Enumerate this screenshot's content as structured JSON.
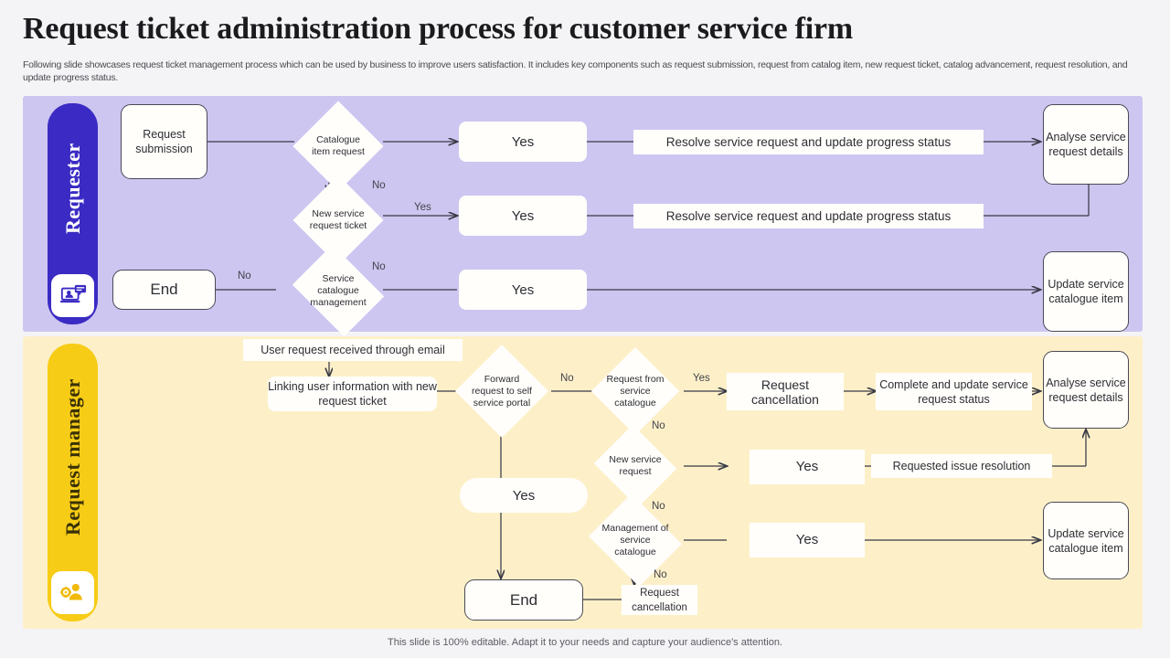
{
  "slide": {
    "title": "Request ticket administration process for customer service firm",
    "subtitle": "Following slide showcases request ticket management process which can be used by business to improve users satisfaction. It includes key components such as request submission, request from catalog item, new request ticket, catalog advancement, request resolution, and update progress status.",
    "footer": "This slide is 100% editable. Adapt it to your needs and capture your audience's attention."
  },
  "colors": {
    "page_background": "#f4f4f6",
    "requester_lane_fill": "#cdc6f0",
    "requester_header_fill": "#3b2bc4",
    "manager_lane_fill": "#fdf0c9",
    "manager_header_fill": "#f7cc16",
    "node_fill": "#fffefb",
    "connector": "#3a3a46",
    "title_text": "#1b1b1f"
  },
  "lanes": [
    {
      "id": "requester",
      "title": "Requester",
      "icon": "user-on-laptop-chat-icon",
      "nodes": {
        "start": "Request submission",
        "d1": "Catalogue item request",
        "d2": "New service request ticket",
        "d3": "Service catalogue management",
        "yes1": "Yes",
        "yes2": "Yes",
        "yes3": "Yes",
        "bar1": "Resolve service request and update progress status",
        "bar2": "Resolve service request and update progress status",
        "analyse": "Analyse service request details",
        "update": "Update service catalogue item",
        "end": "End"
      },
      "edge_labels": {
        "d1_no": "No",
        "d2_yes": "Yes",
        "d2_no": "No",
        "d3_no_right": "No",
        "d3_no_left": "No"
      }
    },
    {
      "id": "request-manager",
      "title": "Request manager",
      "icon": "user-with-gears-icon",
      "nodes": {
        "email": "User request received through email",
        "linking": "Linking user information with new request ticket",
        "d1": "Forward request to self service portal",
        "d2": "Request from service catalogue",
        "d3": "New service request",
        "d4": "Management of service catalogue",
        "cancel1": "Request cancellation",
        "complete": "Complete and update service request status",
        "yes_pill": "Yes",
        "yes2": "Yes",
        "yes3": "Yes",
        "resolution": "Requested issue resolution",
        "analyse": "Analyse service request details",
        "update": "Update service catalogue item",
        "cancel2": "Request cancellation",
        "end": "End"
      },
      "edge_labels": {
        "d1_no": "No",
        "d2_yes": "Yes",
        "d2_no": "No",
        "d3_no": "No",
        "d4_no": "No"
      }
    }
  ]
}
